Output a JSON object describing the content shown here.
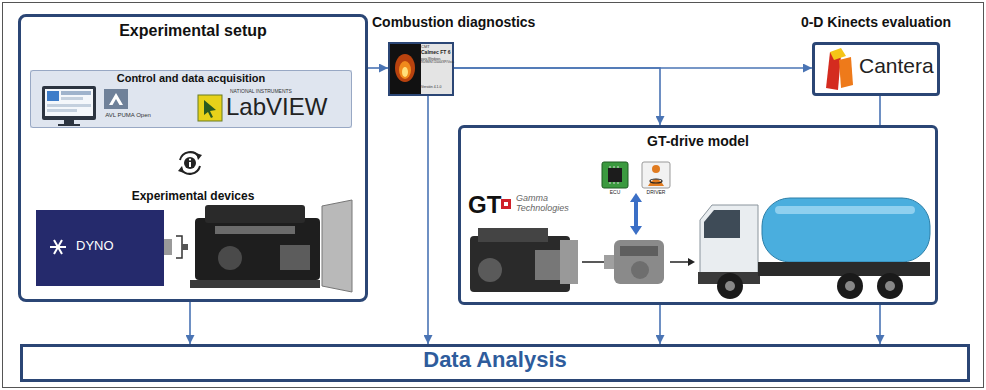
{
  "diagram": {
    "nodes": [
      {
        "text": [
          "Experimental setup",
          "Experimental devices"
        ]
      },
      {
        "text": [
          "Control and data acquisition",
          "AVL PUMA Open",
          "NATIONAL INSTRUMENTS",
          "LabVIEW"
        ],
        "in": 0
      },
      {
        "text": [
          "DYNO"
        ],
        "in": 0
      },
      {
        "text": [
          "Combustion diagnostics",
          "CMT",
          "Calmec FT 6",
          "para Windows 95/98/NT/2000/XP/Vista",
          "Versión 4.1.0"
        ]
      },
      {
        "text": [
          "0-D Kinects evaluation",
          "Cantera"
        ]
      },
      {
        "text": [
          "GT-drive model",
          "GT",
          "Gamma Technologies",
          "ECU",
          "DRIVER"
        ]
      },
      {
        "text": [
          "Data Analysis"
        ]
      }
    ],
    "edges": [
      {
        "from": 0,
        "to": 3,
        "arrow": "to"
      },
      {
        "from": 3,
        "to": 4,
        "arrow": "to"
      },
      {
        "from": 3,
        "to": 5,
        "arrow": "to"
      },
      {
        "from": 0,
        "to": 6,
        "arrow": "to"
      },
      {
        "from": 3,
        "to": 6,
        "arrow": "to"
      },
      {
        "from": 5,
        "to": 6,
        "arrow": "to"
      },
      {
        "from": 4,
        "to": 6,
        "arrow": "to"
      }
    ]
  }
}
